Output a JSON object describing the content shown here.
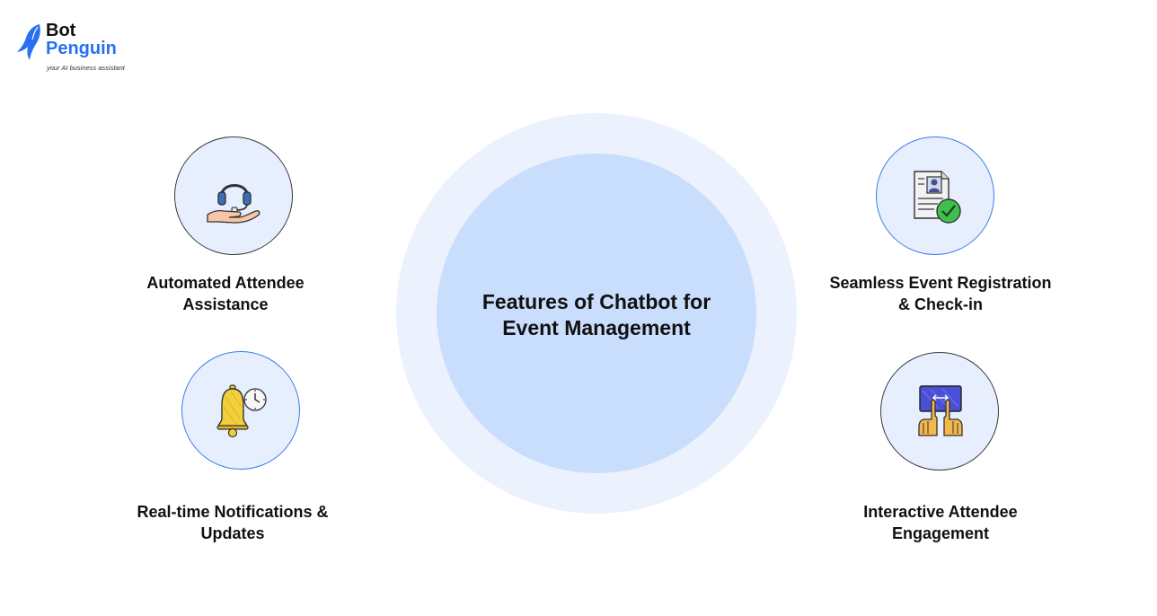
{
  "brand": {
    "name_line1": "Bot",
    "name_line2": "Penguin",
    "tagline": "your AI business assistant",
    "primary_color": "#2a6ff2"
  },
  "center": {
    "title_line1": "Features of Chatbot for",
    "title_line2": "Event Management"
  },
  "features": [
    {
      "label_line1": "Automated Attendee",
      "label_line2": "Assistance",
      "icon": "headset-hand-icon"
    },
    {
      "label_line1": "Real-time Notifications &",
      "label_line2": "Updates",
      "icon": "bell-clock-icon"
    },
    {
      "label_line1": "Seamless Event Registration",
      "label_line2": "& Check-in",
      "icon": "document-check-icon"
    },
    {
      "label_line1": "Interactive Attendee",
      "label_line2": "Engagement",
      "icon": "hands-screen-icon"
    }
  ],
  "colors": {
    "outer_ring": "#ebf2fe",
    "inner_circle": "#c9ddfc",
    "feature_circle": "#e7efff"
  }
}
